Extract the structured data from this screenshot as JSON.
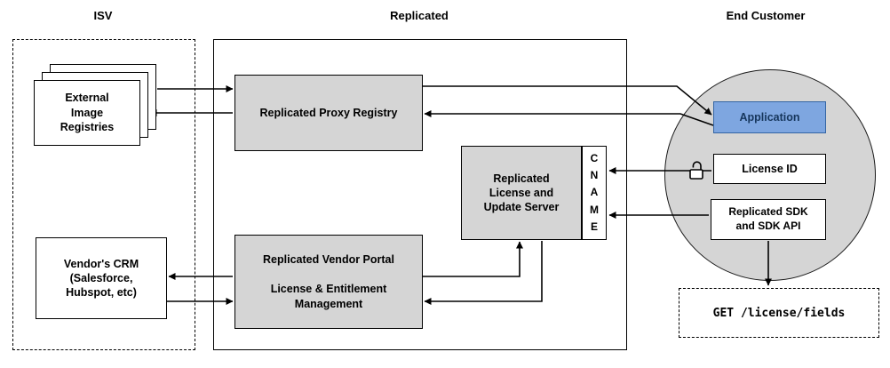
{
  "titles": {
    "isv": "ISV",
    "replicated": "Replicated",
    "end_customer": "End Customer"
  },
  "nodes": {
    "external_image_registries": {
      "label": "External\nImage\nRegistries"
    },
    "vendors_crm": {
      "label": "Vendor's CRM\n(Salesforce,\nHubspot, etc)"
    },
    "replicated_proxy_registry": {
      "label": "Replicated Proxy Registry"
    },
    "replicated_license_update_server": {
      "label": "Replicated\nLicense and\nUpdate Server"
    },
    "cname": {
      "label": "CNAME",
      "letters": "C\nN\nA\nM\nE"
    },
    "replicated_vendor_portal": {
      "title": "Replicated Vendor Portal",
      "subtitle": "License & Entitlement\nManagement"
    },
    "application": {
      "label": "Application"
    },
    "license_id": {
      "label": "License ID"
    },
    "replicated_sdk": {
      "label": "Replicated SDK\nand SDK API"
    },
    "get_license_fields": {
      "label": "GET /license/fields"
    }
  },
  "icons": {
    "unlock": "open-padlock-icon"
  },
  "colors": {
    "node_gray": "#d5d5d5",
    "circle_gray": "#d5d5d5",
    "application_fill": "#7ea6e0",
    "application_border": "#3465a4",
    "application_text": "#16365c",
    "line_black": "#000000"
  },
  "edges": [
    {
      "from": "external-image-registries",
      "to": "replicated-proxy-registry"
    },
    {
      "from": "replicated-proxy-registry",
      "to": "external-image-registries"
    },
    {
      "from": "replicated-proxy-registry",
      "to": "application"
    },
    {
      "from": "application",
      "to": "replicated-proxy-registry"
    },
    {
      "from": "replicated-vendor-portal",
      "to": "vendors-crm"
    },
    {
      "from": "vendors-crm",
      "to": "replicated-vendor-portal"
    },
    {
      "from": "replicated-vendor-portal",
      "to": "replicated-license-update-server"
    },
    {
      "from": "replicated-license-update-server",
      "to": "replicated-vendor-portal"
    },
    {
      "from": "license-id",
      "to": "cname"
    },
    {
      "from": "replicated-sdk",
      "to": "cname"
    },
    {
      "from": "replicated-sdk",
      "to": "get-license-fields"
    }
  ]
}
